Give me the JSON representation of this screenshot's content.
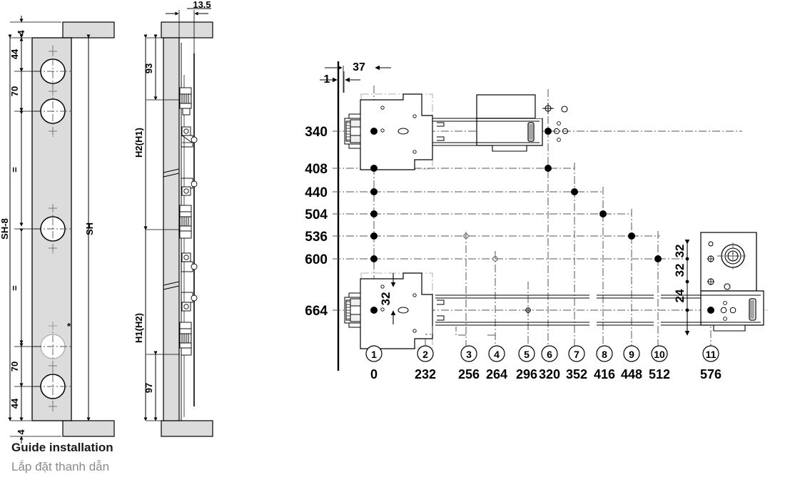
{
  "caption": {
    "title_en": "Guide installation",
    "title_vi": "Lắp đặt thanh dẫn"
  },
  "drawing_front": {
    "name": "front-elevation-panel",
    "dimensions": {
      "top_edge": "4",
      "top_to_first_hole": "44",
      "first_to_second_hole": "70",
      "equal_upper": "=",
      "overall_inner": "SH-8",
      "equal_lower": "=",
      "fourth_to_fifth_hole": "70",
      "bottom_hole_to_edge": "44",
      "bottom_edge": "4",
      "overall_height": "SH"
    },
    "marker_asterisk": "*"
  },
  "drawing_side": {
    "name": "side-section-view",
    "dimensions": {
      "thickness": "13.5",
      "top_offset": "93",
      "upper_span": "H2(H1)",
      "lower_span": "H1(H2)",
      "bottom_offset": "97"
    }
  },
  "drawing_plan": {
    "name": "plan-hole-pattern",
    "horizontal_dimensions": {
      "edge_offset": "1",
      "first_axis": "37"
    },
    "vertical_dimensions": {
      "carriage_top_spacing": "32",
      "detail_spacing_a": "32",
      "detail_spacing_b": "32",
      "detail_spacing_c": "24"
    },
    "row_labels": [
      "340",
      "408",
      "440",
      "504",
      "536",
      "600",
      "664"
    ],
    "column_callouts": [
      {
        "n": "1",
        "value": "0"
      },
      {
        "n": "2",
        "value": "232"
      },
      {
        "n": "3",
        "value": "256"
      },
      {
        "n": "4",
        "value": "264"
      },
      {
        "n": "5",
        "value": "296"
      },
      {
        "n": "6",
        "value": "320"
      },
      {
        "n": "7",
        "value": "352"
      },
      {
        "n": "8",
        "value": "416"
      },
      {
        "n": "9",
        "value": "448"
      },
      {
        "n": "10",
        "value": "512"
      },
      {
        "n": "11",
        "value": "576"
      }
    ]
  },
  "colors": {
    "line": "#000000",
    "panel_fill": "#dcdcdc",
    "center_line": "#555555",
    "caption_muted": "#8a8a8a"
  }
}
